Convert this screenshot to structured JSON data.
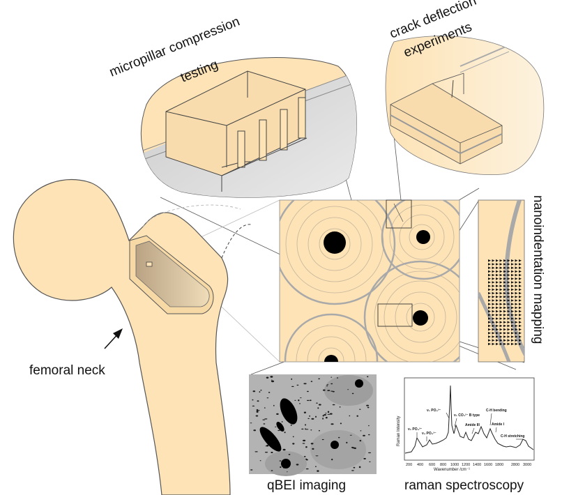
{
  "labels": {
    "micropillar_line1": "micropillar compression",
    "micropillar_line2": "testing",
    "crack_line1": "crack deflection",
    "crack_line2": "experiments",
    "nanoindentation": "nanoindentation mapping",
    "femoral_neck": "femoral neck",
    "qbei": "qBEI imaging",
    "raman": "raman spectroscopy"
  },
  "raman": {
    "ylabel": "Raman Intensity",
    "xlabel": "Wavenumber /cm⁻¹",
    "peaks": {
      "v2": "ν₂ PO₄³⁻",
      "v4": "ν₄ PO₄³⁻",
      "v1": "ν₁ PO₄³⁻",
      "v1co3": "ν₁ CO₃²⁻ B type",
      "amide3": "Amide III",
      "ch_bend": "C-H bending",
      "amide1": "Amide I",
      "ch_stretch": "C-H stretching"
    },
    "ticks": [
      "200",
      "400",
      "600",
      "800",
      "1000",
      "1200",
      "1400",
      "1600",
      "1800",
      "2800",
      "3000"
    ]
  },
  "colors": {
    "bone": "#fde3b6",
    "bone_dark": "#e9cd9c",
    "cement_line": "#a9a9a9",
    "outline": "#333333"
  }
}
